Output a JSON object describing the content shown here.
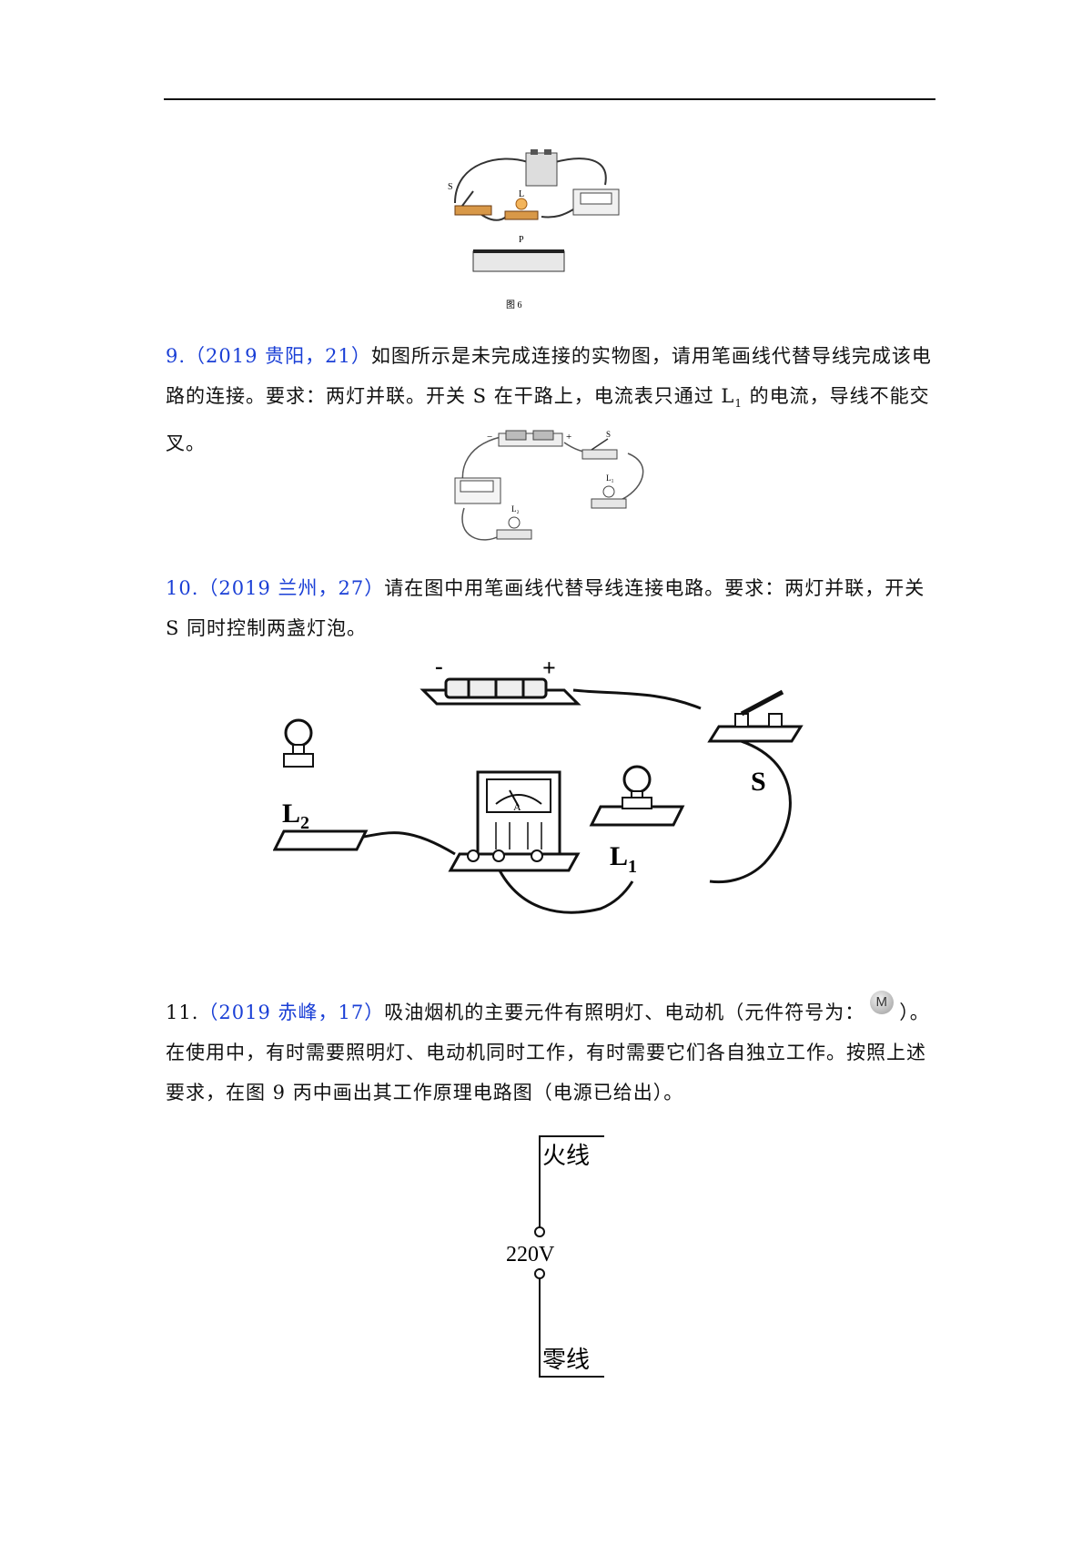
{
  "fig1": {
    "label_s": "S",
    "label_l": "L",
    "label_p": "P",
    "caption": "图 6"
  },
  "q9": {
    "number": "9.",
    "source": "（2019 贵阳，21）",
    "text_a": "如图所示是未完成连接的实物图，请用笔画线代替导线完成该电路的连接。要求：两灯并联。开关 S 在干路上，电流表只通过 L",
    "sub": "1",
    "text_b": " 的电流，导线不能交叉。"
  },
  "fig2": {
    "minus": "−",
    "plus": "+",
    "label_s": "S",
    "label_l1": "L₁",
    "label_l2": "L₂"
  },
  "q10": {
    "number": "10.",
    "source": "（2019 兰州，27）",
    "text": "请在图中用笔画线代替导线连接电路。要求：两灯并联，开关 S 同时控制两盏灯泡。"
  },
  "fig3": {
    "minus": "-",
    "plus": "+",
    "label_s": "S",
    "label_l1": "L",
    "sub_l1": "1",
    "label_l2": "L",
    "sub_l2": "2",
    "ammeter": "A"
  },
  "q11": {
    "number": "11.",
    "source": "（2019 赤峰，17）",
    "text_a": "吸油烟机的主要元件有照明灯、电动机（元件符号为：",
    "motor_symbol": "M",
    "text_b": "）。在使用中，有时需要照明灯、电动机同时工作，有时需要它们各自独立工作。按照上述要求，在图 9 丙中画出其工作原理电路图（电源已给出）。"
  },
  "fig4": {
    "live": "火线",
    "voltage": "220V",
    "neutral": "零线"
  }
}
